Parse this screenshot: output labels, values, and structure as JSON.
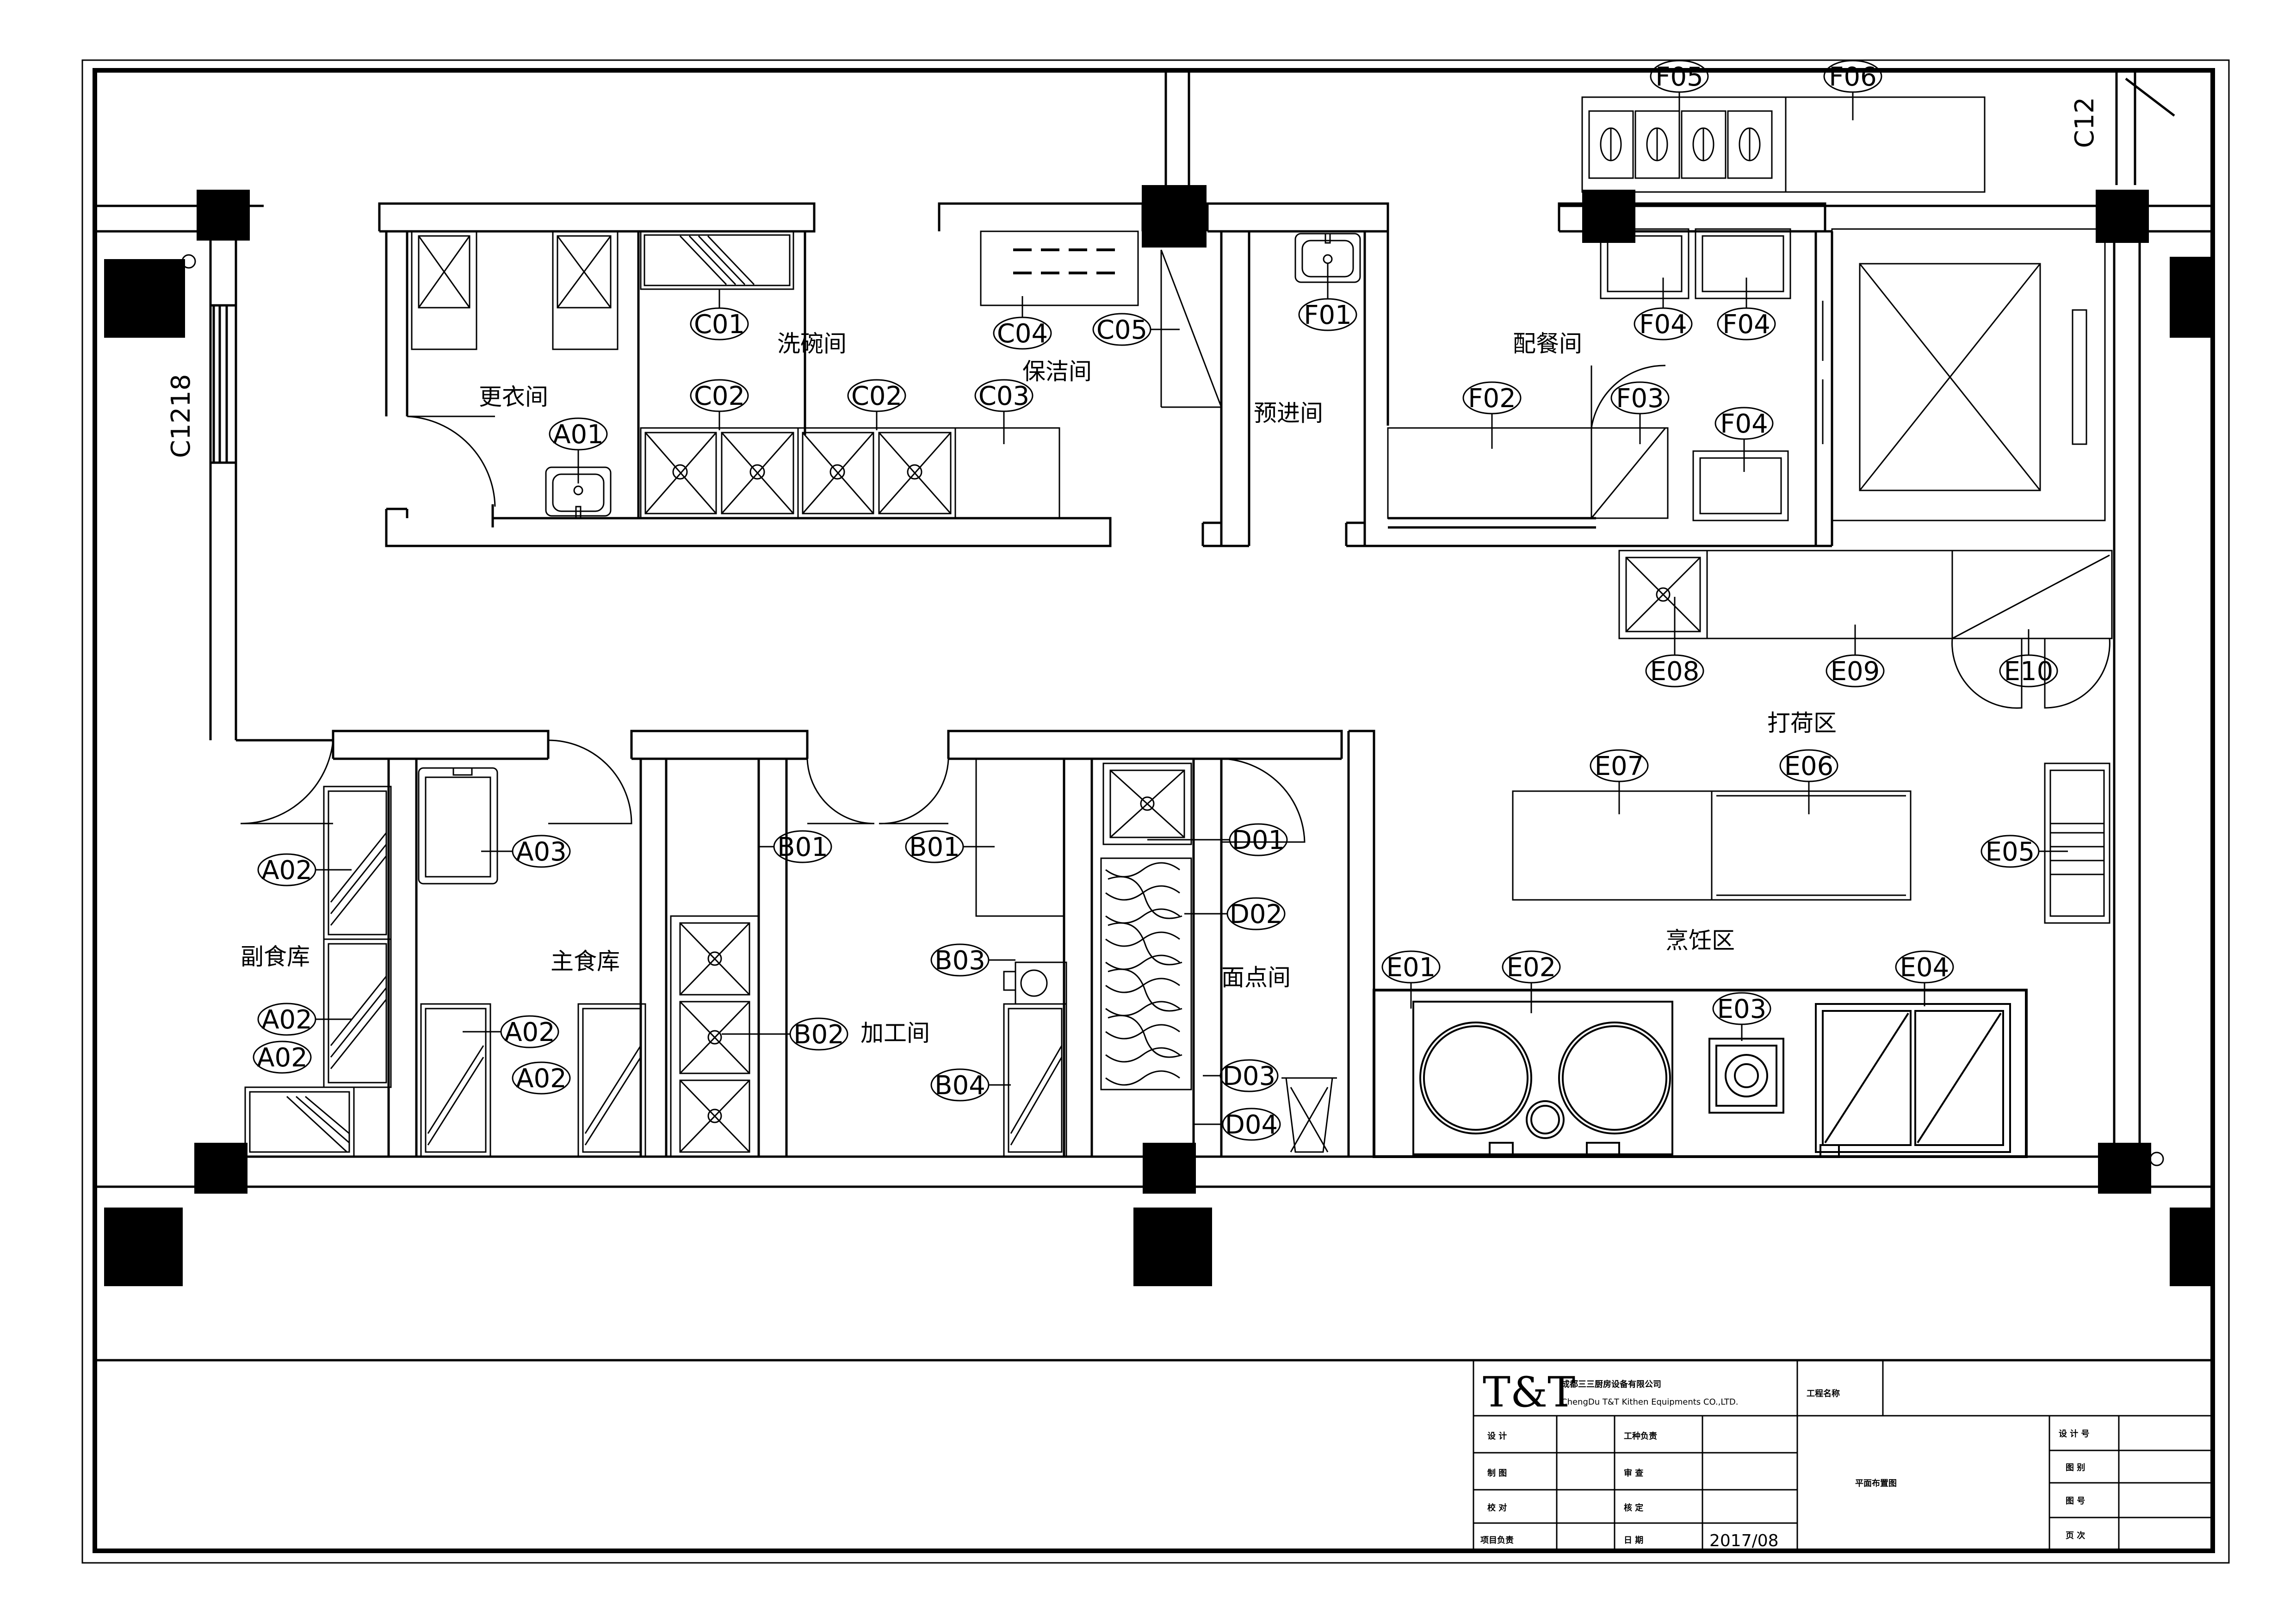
{
  "drawing": {
    "rooms": {
      "locker": "更衣间",
      "dishwash": "洗碗间",
      "cleaning": "保洁间",
      "pre_entry": "预进间",
      "serving": "配餐间",
      "plating": "打荷区",
      "cooking": "烹饪区",
      "side_store": "副食库",
      "main_store": "主食库",
      "processing": "加工间",
      "pastry": "面点间"
    },
    "window_left": "C1218",
    "window_right": "C12",
    "tags": [
      {
        "id": "a01",
        "text": "A01"
      },
      {
        "id": "a02a",
        "text": "A02"
      },
      {
        "id": "a02b",
        "text": "A02"
      },
      {
        "id": "a02c",
        "text": "A02"
      },
      {
        "id": "a02d",
        "text": "A02"
      },
      {
        "id": "a02e",
        "text": "A02"
      },
      {
        "id": "a03",
        "text": "A03"
      },
      {
        "id": "b01a",
        "text": "B01"
      },
      {
        "id": "b01b",
        "text": "B01"
      },
      {
        "id": "b02",
        "text": "B02"
      },
      {
        "id": "b03",
        "text": "B03"
      },
      {
        "id": "b04",
        "text": "B04"
      },
      {
        "id": "c01",
        "text": "C01"
      },
      {
        "id": "c02a",
        "text": "C02"
      },
      {
        "id": "c02b",
        "text": "C02"
      },
      {
        "id": "c03",
        "text": "C03"
      },
      {
        "id": "c04",
        "text": "C04"
      },
      {
        "id": "c05",
        "text": "C05"
      },
      {
        "id": "d01",
        "text": "D01"
      },
      {
        "id": "d02",
        "text": "D02"
      },
      {
        "id": "d03",
        "text": "D03"
      },
      {
        "id": "d04",
        "text": "D04"
      },
      {
        "id": "e01",
        "text": "E01"
      },
      {
        "id": "e02",
        "text": "E02"
      },
      {
        "id": "e03",
        "text": "E03"
      },
      {
        "id": "e04",
        "text": "E04"
      },
      {
        "id": "e05",
        "text": "E05"
      },
      {
        "id": "e06",
        "text": "E06"
      },
      {
        "id": "e07",
        "text": "E07"
      },
      {
        "id": "e08",
        "text": "E08"
      },
      {
        "id": "e09",
        "text": "E09"
      },
      {
        "id": "e10",
        "text": "E10"
      },
      {
        "id": "f01",
        "text": "F01"
      },
      {
        "id": "f02",
        "text": "F02"
      },
      {
        "id": "f03",
        "text": "F03"
      },
      {
        "id": "f04a",
        "text": "F04"
      },
      {
        "id": "f04b",
        "text": "F04"
      },
      {
        "id": "f04c",
        "text": "F04"
      },
      {
        "id": "f05",
        "text": "F05"
      },
      {
        "id": "f06",
        "text": "F06"
      }
    ]
  },
  "title_block": {
    "logo": "T&T",
    "company_cn": "成都三三厨房设备有限公司",
    "company_en": "ChengDu T&T Kithen Equipments CO.,LTD.",
    "project_name_label": "工程名称",
    "drawing_name": "平面布置图",
    "date": "2017/08",
    "left_labels": [
      "设  计",
      "制  图",
      "校  对",
      "项目负责"
    ],
    "mid_labels": [
      "工种负责",
      "审  查",
      "核  定",
      "日  期"
    ],
    "right_labels": [
      "设 计 号",
      "图  别",
      "图  号",
      "页  次"
    ]
  }
}
